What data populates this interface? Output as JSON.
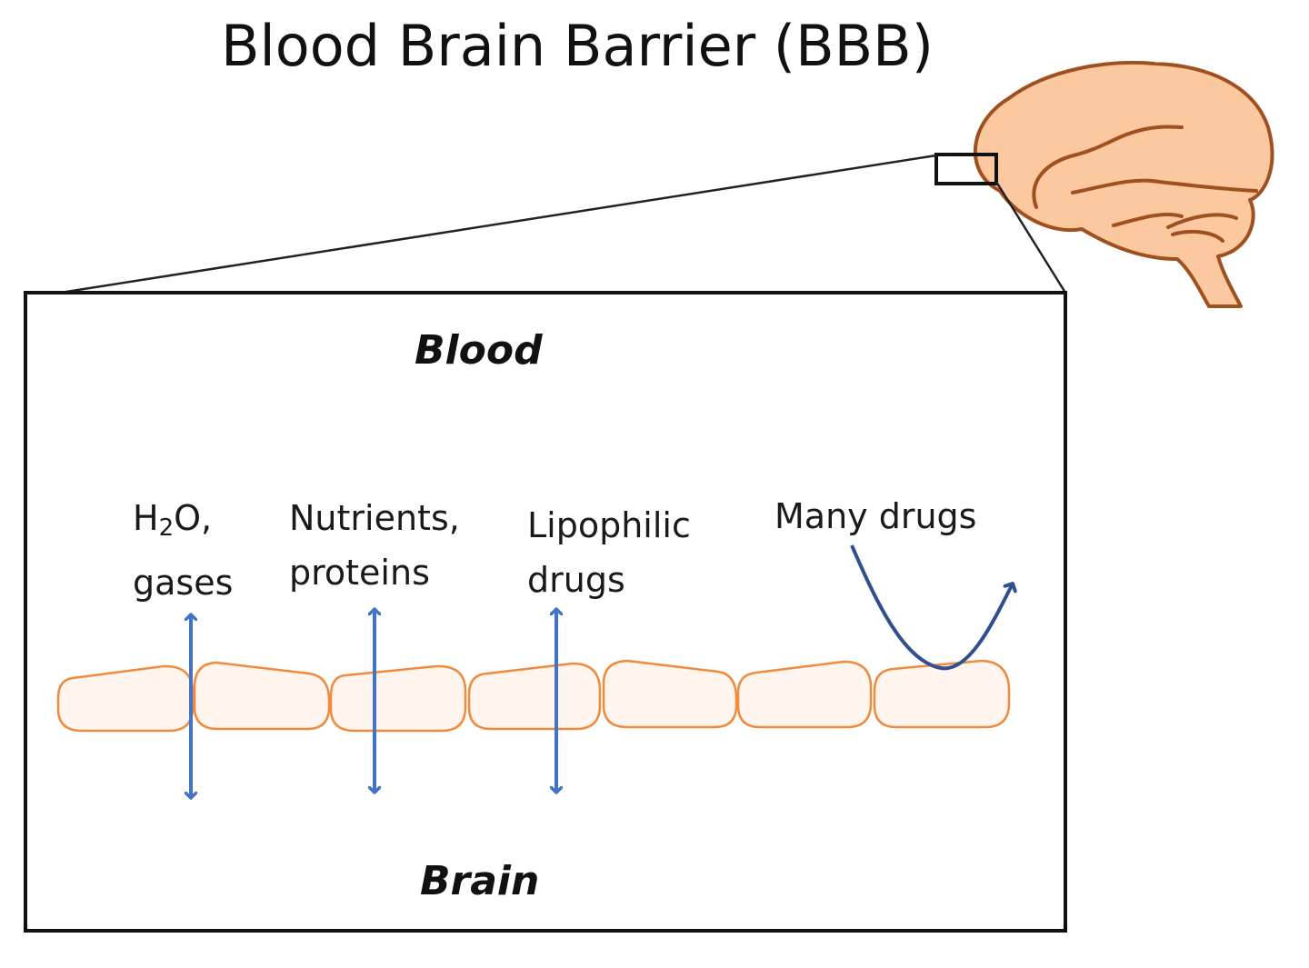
{
  "title": "Blood Brain Barrier (BBB)",
  "regions": {
    "top": "Blood",
    "bottom": "Brain"
  },
  "labels": {
    "water": {
      "h": "H",
      "sub": "2",
      "o": "O,",
      "line2": "gases"
    },
    "nutrients": {
      "line1": "Nutrients,",
      "line2": "proteins"
    },
    "lipophilic": {
      "line1": "Lipophilic",
      "line2": "drugs"
    },
    "many": {
      "line1": "Many drugs"
    }
  },
  "colors": {
    "cell_fill": "#fff4ee",
    "cell_stroke": "#f08a3c",
    "arrow": "#4472c4",
    "reflect_arrow": "#2f4f8f",
    "brain_fill": "#fbc8a0",
    "brain_stroke": "#a0501e"
  }
}
